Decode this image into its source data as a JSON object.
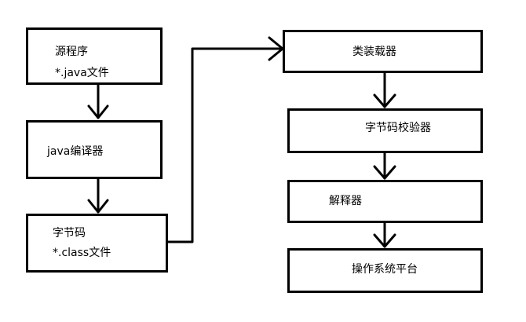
{
  "diagram": {
    "source_box": {
      "line1": "源程序",
      "line2": "*.java文件"
    },
    "compiler_box": {
      "label": "java编译器"
    },
    "bytecode_box": {
      "line1": "字节码",
      "line2": "*.class文件"
    },
    "class_loader_box": {
      "label": "类装载器"
    },
    "verifier_box": {
      "label": "字节码校验器"
    },
    "interpreter_box": {
      "label": "解释器"
    },
    "os_box": {
      "label": "操作系统平台"
    }
  }
}
